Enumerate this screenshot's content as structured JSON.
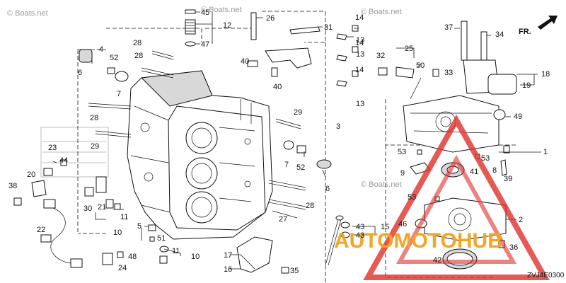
{
  "watermarks": {
    "top": "© Boats.net",
    "left": "© Boats.net",
    "right": "© Boats.net",
    "lower": "© Boats.net"
  },
  "diagram_code": "ZVJ4E0300",
  "direction_label": "FR.",
  "brand_overlay": {
    "text": "AUTOMOTOHUB",
    "accent_color": "#e0312b",
    "secondary_color": "#f4a623"
  },
  "callouts": {
    "c45": "45",
    "c12": "12",
    "c47": "47",
    "c26": "26",
    "c31": "31",
    "c14a": "14",
    "c13a": "13",
    "c14b": "14",
    "c13b": "13",
    "c14c": "14",
    "c13c": "13",
    "c3": "3",
    "c25": "25",
    "c32": "32",
    "c50": "50",
    "c33": "33",
    "c37": "37",
    "c34": "34",
    "c18": "18",
    "c19": "19",
    "c49": "49",
    "c1": "1",
    "c53a": "53",
    "c53b": "53",
    "c9": "9",
    "c41": "41",
    "c8": "8",
    "c39": "39",
    "c53c": "53",
    "c46": "46",
    "c2": "2",
    "c36": "36",
    "c42": "42",
    "c4": "4",
    "c52a": "52",
    "c6a": "6",
    "c28a": "28",
    "c28b": "28",
    "c7a": "7",
    "c28c": "28",
    "c40a": "40",
    "c40b": "40",
    "c29a": "29",
    "c29b": "29",
    "c7b": "7",
    "c52b": "52",
    "c6b": "6",
    "c28d": "28",
    "c27": "27",
    "c23": "23",
    "c44": "44",
    "c20": "20",
    "c38": "38",
    "c30": "30",
    "c21": "21",
    "c11a": "11",
    "c10a": "10",
    "c22": "22",
    "c5": "5",
    "c51": "51",
    "c48": "48",
    "c24": "24",
    "c11b": "11",
    "c10b": "10",
    "c43a": "43",
    "c43b": "43",
    "c15": "15",
    "c17": "17",
    "c16": "16",
    "c35": "35"
  }
}
